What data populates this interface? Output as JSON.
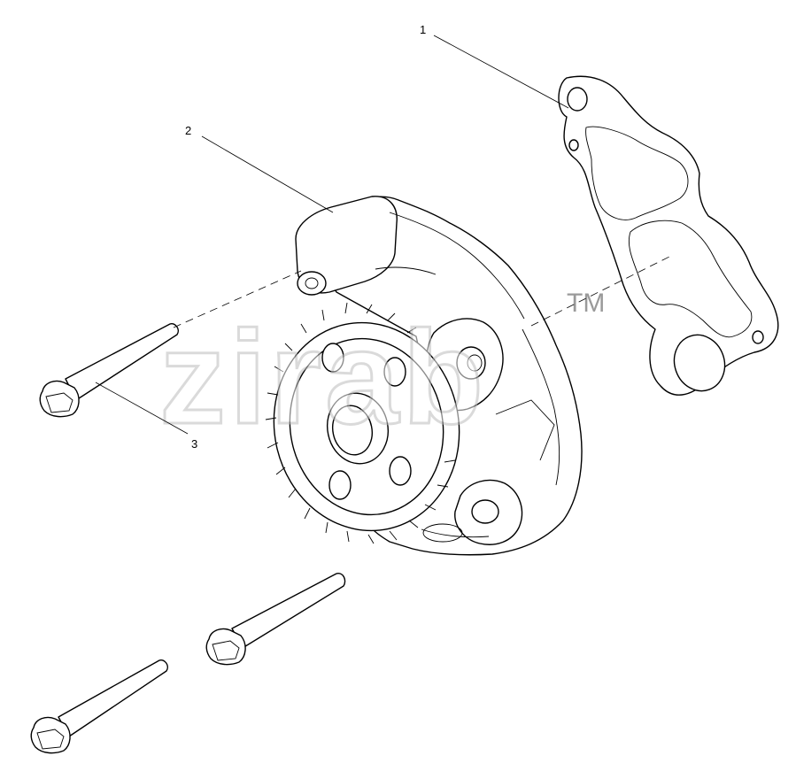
{
  "callouts": [
    {
      "id": "1",
      "label": "1"
    },
    {
      "id": "2",
      "label": "2"
    },
    {
      "id": "3",
      "label": "3"
    }
  ],
  "watermark": {
    "text": "zirab",
    "mark": "TM",
    "color": "#bdbdbd"
  },
  "parts": [
    {
      "ref": "1",
      "icon": "gasket-icon"
    },
    {
      "ref": "2",
      "icon": "oil-pump-icon"
    },
    {
      "ref": "3",
      "icon": "flange-bolt-icon"
    }
  ]
}
